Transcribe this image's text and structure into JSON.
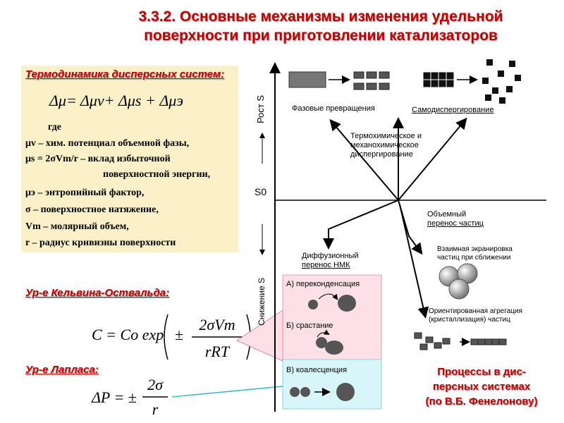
{
  "title": {
    "line1": "3.3.2. Основные  механизмы изменения удельной",
    "line2": "поверхности при приготовлении катализаторов"
  },
  "thermo": {
    "heading": "Термодинамика дисперсных систем:",
    "main_formula": "Δμ= Δμv+ Δμs + Δμэ",
    "where": "где",
    "lines": [
      "μv – хим. потенциал объемной фазы,",
      "μs = 2σVm/r –  вклад избыточной",
      "поверхностной энергии,",
      "μэ – энтропийный  фактор,",
      "σ – поверхностное натяжение,",
      "Vm – молярный объем,",
      "r – радиус кривизны поверхности"
    ]
  },
  "kelvin": {
    "heading": "Ур-е Кельвина-Оствальда:",
    "lhs": "C = Co exp",
    "pm": "±",
    "numerator": "2σVm",
    "denominator": "rRT"
  },
  "laplace": {
    "heading": "Ур-е Лапласа:",
    "lhs": "ΔP = ±",
    "numerator": "2σ",
    "denominator": "r"
  },
  "axis": {
    "top_label": "Рост S",
    "mid_label": "S0",
    "bottom_label": "Снижение S"
  },
  "labels": {
    "phase": "Фазовые превращения",
    "selfdisp": "Самодиспергирование",
    "thermo_mech": [
      "Термохимическое и",
      "механохимическое",
      "диспергирование"
    ],
    "volume": [
      "Объемный",
      "перенос частиц"
    ],
    "diffusion": [
      "Диффузионный",
      "перенос НМК"
    ],
    "screening": [
      "Взаимная экранировка",
      "частиц при сближении"
    ],
    "oriented": [
      "Ориентированная агрегация",
      "(кристаллизация) частиц"
    ],
    "recond": "А) переконденсация",
    "growth": "Б) срастание",
    "coalescence": "В) коалесценция"
  },
  "processes": {
    "line1": "Процессы  в  дис-",
    "line2": "персных системах",
    "line3": "(по В.Б. Фенелонову)"
  },
  "colors": {
    "title_red": "#c00000",
    "thermo_bg": "#fbf0c8",
    "pink_bg": "#fbe0e8",
    "cyan_bg": "#d8f6fa",
    "particle_dark": "#555555"
  }
}
